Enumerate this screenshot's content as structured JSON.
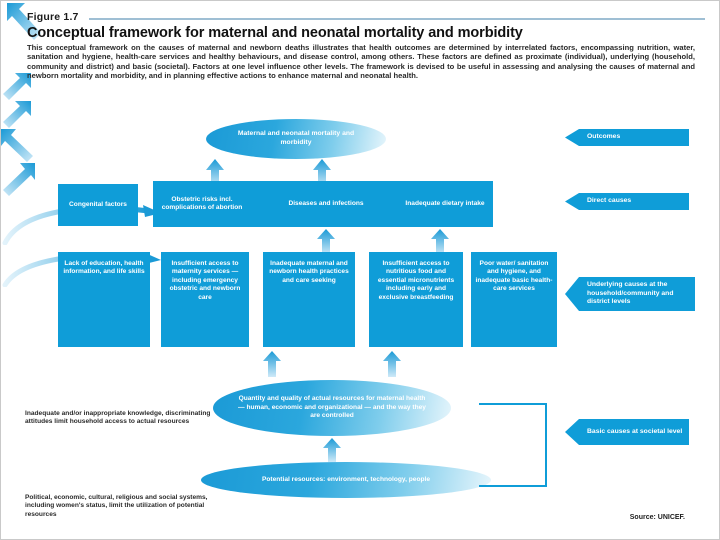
{
  "figure": {
    "label": "Figure 1.7",
    "title": "Conceptual framework for maternal and neonatal mortality and morbidity",
    "description": "This conceptual framework on the causes of maternal and newborn deaths illustrates that health outcomes are determined by interrelated factors, encompassing nutrition, water, sanitation and hygiene, health-care services and healthy behaviours, and disease control, among others. These factors are defined as proximate (individual), underlying (household, community and district) and basic (societal). Factors at one level influence other levels. The framework is devised to be useful in assessing and analysing the causes of maternal and newborn mortality and morbidity, and in planning effective actions to enhance maternal and neonatal health.",
    "source": "Source: UNICEF."
  },
  "colors": {
    "brand_blue": "#0f9dd8",
    "rule_blue": "#9fbfd4",
    "text_dark": "#1a1a1a"
  },
  "outcome": {
    "label": "Maternal and neonatal mortality and morbidity"
  },
  "direct_causes": [
    {
      "label": "Congenital factors"
    },
    {
      "label": "Obstetric risks incl. complications of abortion"
    },
    {
      "label": "Diseases and infections"
    },
    {
      "label": "Inadequate dietary intake"
    }
  ],
  "underlying_causes": [
    {
      "label": "Lack of education, health information, and life skills"
    },
    {
      "label": "Insufficient access to maternity services — including emergency obstetric and newborn care"
    },
    {
      "label": "Inadequate maternal and newborn health practices and care seeking"
    },
    {
      "label": "Insufficient access to nutritious food and essential micronutrients including early and exclusive breastfeeding"
    },
    {
      "label": "Poor water/ sanitation and hygiene, and inadequate basic health-care services"
    }
  ],
  "basic_causes": [
    {
      "label": "Quantity and quality of actual resources for maternal health — human, economic and organizational — and the way they are controlled"
    },
    {
      "label": "Potential resources: environment, technology, people"
    }
  ],
  "notes": [
    {
      "label": "Inadequate and/or inappropriate knowledge, discriminating attitudes limit household access to actual resources"
    },
    {
      "label": "Political, economic, cultural, religious and social systems, including women's status, limit the utilization of potential resources"
    }
  ],
  "level_banners": [
    {
      "label": "Outcomes"
    },
    {
      "label": "Direct causes"
    },
    {
      "label": "Underlying causes at the household/community and district levels"
    },
    {
      "label": "Basic causes at societal level"
    }
  ]
}
